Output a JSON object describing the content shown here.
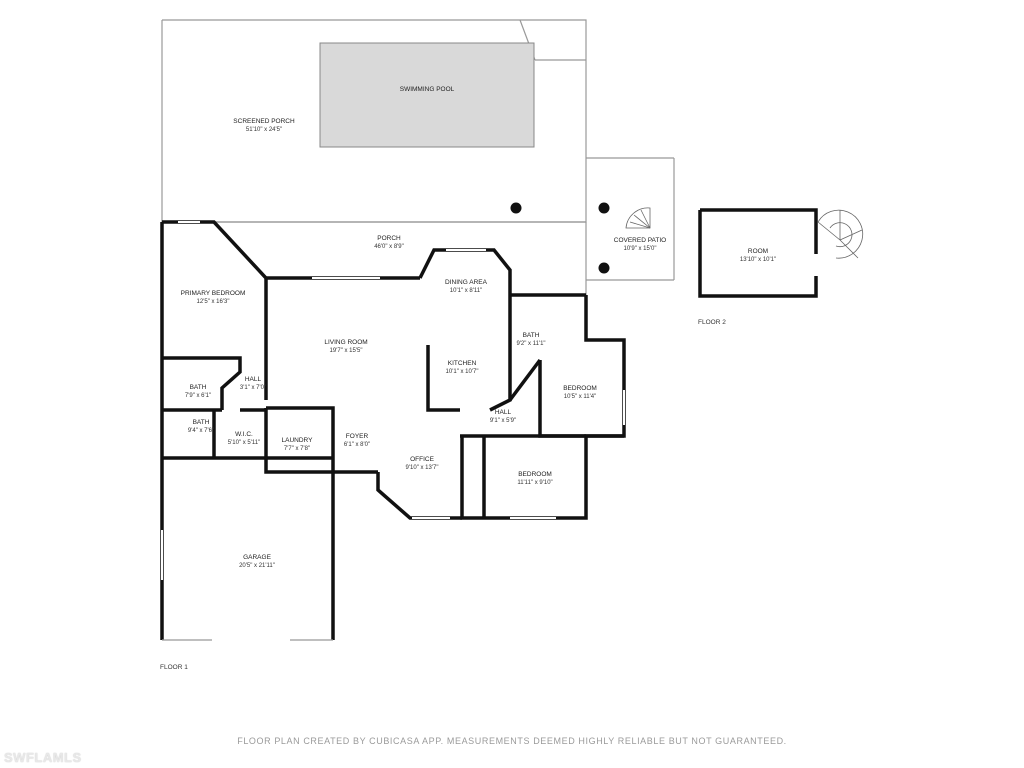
{
  "floor1": {
    "label": "FLOOR 1",
    "rooms": [
      {
        "id": "screened-porch",
        "name": "SCREENED PORCH",
        "dims": "51'10\" x 24'5\""
      },
      {
        "id": "swimming-pool",
        "name": "SWIMMING POOL",
        "dims": ""
      },
      {
        "id": "porch",
        "name": "PORCH",
        "dims": "46'0\" x 8'9\""
      },
      {
        "id": "covered-patio",
        "name": "COVERED PATIO",
        "dims": "10'9\" x 15'0\""
      },
      {
        "id": "primary-bedroom",
        "name": "PRIMARY BEDROOM",
        "dims": "12'5\" x 16'3\""
      },
      {
        "id": "dining-area",
        "name": "DINING AREA",
        "dims": "10'1\" x 8'11\""
      },
      {
        "id": "living-room",
        "name": "LIVING ROOM",
        "dims": "19'7\" x 15'5\""
      },
      {
        "id": "bath-1",
        "name": "BATH",
        "dims": "9'2\" x 11'1\""
      },
      {
        "id": "kitchen",
        "name": "KITCHEN",
        "dims": "10'1\" x 10'7\""
      },
      {
        "id": "bedroom-1",
        "name": "BEDROOM",
        "dims": "10'5\" x 11'4\""
      },
      {
        "id": "hall-1",
        "name": "HALL",
        "dims": "3'1\" x 7'0\""
      },
      {
        "id": "bath-2",
        "name": "BATH",
        "dims": "7'9\" x 6'1\""
      },
      {
        "id": "hall-2",
        "name": "HALL",
        "dims": "9'1\" x 5'9\""
      },
      {
        "id": "bath-3",
        "name": "BATH",
        "dims": "9'4\" x 7'6\""
      },
      {
        "id": "wic",
        "name": "W.I.C.",
        "dims": "5'10\" x 5'11\""
      },
      {
        "id": "laundry",
        "name": "LAUNDRY",
        "dims": "7'7\" x 7'8\""
      },
      {
        "id": "foyer",
        "name": "FOYER",
        "dims": "6'1\" x 8'0\""
      },
      {
        "id": "office",
        "name": "OFFICE",
        "dims": "9'10\" x 13'7\""
      },
      {
        "id": "bedroom-2",
        "name": "BEDROOM",
        "dims": "11'11\" x 9'10\""
      },
      {
        "id": "garage",
        "name": "GARAGE",
        "dims": "20'5\" x 21'11\""
      }
    ]
  },
  "floor2": {
    "label": "FLOOR 2",
    "rooms": [
      {
        "id": "room",
        "name": "ROOM",
        "dims": "13'10\" x 10'1\""
      }
    ]
  },
  "disclaimer": "FLOOR PLAN CREATED BY CUBICASA APP. MEASUREMENTS DEEMED HIGHLY RELIABLE BUT NOT GUARANTEED.",
  "watermark": "SWFLAMLS",
  "colors": {
    "wall": "#111111",
    "thin_line": "#999999",
    "pool_fill": "#d9d9d9",
    "text": "#222222"
  }
}
